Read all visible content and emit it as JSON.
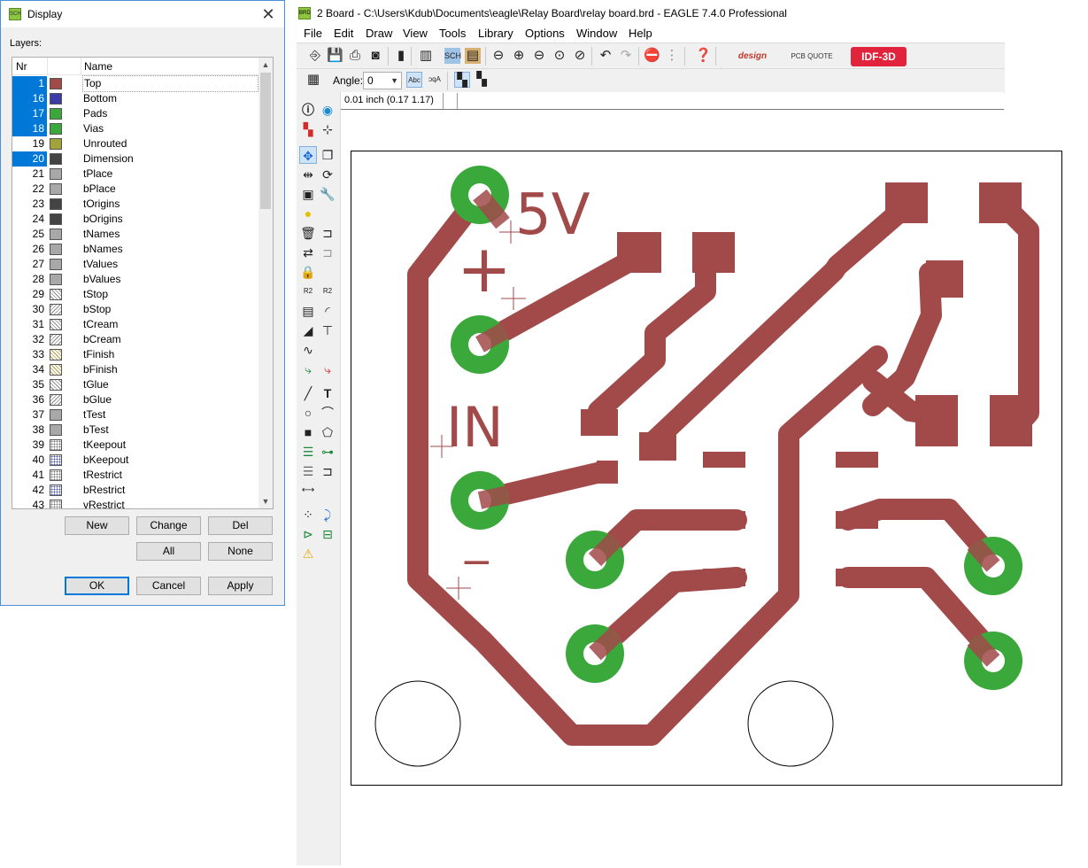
{
  "dialog": {
    "title": "Display",
    "layers_label": "Layers:",
    "columns": {
      "nr": "Nr",
      "name": "Name"
    },
    "layers": [
      {
        "nr": "1",
        "name": "Top",
        "swatch": "#a24a4a",
        "selected": true,
        "focus": true
      },
      {
        "nr": "16",
        "name": "Bottom",
        "swatch": "#3a3aa8",
        "selected": true
      },
      {
        "nr": "17",
        "name": "Pads",
        "swatch": "#3aa83a",
        "selected": true
      },
      {
        "nr": "18",
        "name": "Vias",
        "swatch": "#3aa83a",
        "selected": true
      },
      {
        "nr": "19",
        "name": "Unrouted",
        "swatch": "#a3a33c",
        "selected": false
      },
      {
        "nr": "20",
        "name": "Dimension",
        "swatch": "#444444",
        "selected": true
      },
      {
        "nr": "21",
        "name": "tPlace",
        "swatch": "#a8a8a8",
        "selected": false
      },
      {
        "nr": "22",
        "name": "bPlace",
        "swatch": "#a8a8a8",
        "selected": false
      },
      {
        "nr": "23",
        "name": "tOrigins",
        "swatch": "#444444",
        "selected": false
      },
      {
        "nr": "24",
        "name": "bOrigins",
        "swatch": "#444444",
        "selected": false
      },
      {
        "nr": "25",
        "name": "tNames",
        "swatch": "#a8a8a8",
        "selected": false
      },
      {
        "nr": "26",
        "name": "bNames",
        "swatch": "#a8a8a8",
        "selected": false
      },
      {
        "nr": "27",
        "name": "tValues",
        "swatch": "#a8a8a8",
        "selected": false
      },
      {
        "nr": "28",
        "name": "bValues",
        "swatch": "#a8a8a8",
        "selected": false
      },
      {
        "nr": "29",
        "name": "tStop",
        "pattern": "hatch-a",
        "selected": false
      },
      {
        "nr": "30",
        "name": "bStop",
        "pattern": "hatch-b",
        "selected": false
      },
      {
        "nr": "31",
        "name": "tCream",
        "pattern": "hatch-a",
        "selected": false
      },
      {
        "nr": "32",
        "name": "bCream",
        "pattern": "hatch-b",
        "selected": false
      },
      {
        "nr": "33",
        "name": "tFinish",
        "pattern": "hatch-c",
        "selected": false
      },
      {
        "nr": "34",
        "name": "bFinish",
        "pattern": "hatch-c",
        "selected": false
      },
      {
        "nr": "35",
        "name": "tGlue",
        "pattern": "hatch-a",
        "selected": false
      },
      {
        "nr": "36",
        "name": "bGlue",
        "pattern": "hatch-b",
        "selected": false
      },
      {
        "nr": "37",
        "name": "tTest",
        "swatch": "#a8a8a8",
        "selected": false
      },
      {
        "nr": "38",
        "name": "bTest",
        "swatch": "#a8a8a8",
        "selected": false
      },
      {
        "nr": "39",
        "name": "tKeepout",
        "pattern": "dots-r",
        "selected": false
      },
      {
        "nr": "40",
        "name": "bKeepout",
        "pattern": "dots-b",
        "selected": false
      },
      {
        "nr": "41",
        "name": "tRestrict",
        "pattern": "dots-r",
        "selected": false
      },
      {
        "nr": "42",
        "name": "bRestrict",
        "pattern": "dots-b",
        "selected": false
      },
      {
        "nr": "43",
        "name": "vRestrict",
        "pattern": "dots-r",
        "selected": false
      }
    ],
    "buttons": {
      "new": "New",
      "change": "Change",
      "del": "Del",
      "all": "All",
      "none": "None",
      "ok": "OK",
      "cancel": "Cancel",
      "apply": "Apply"
    }
  },
  "window": {
    "title": "2 Board - C:\\Users\\Kdub\\Documents\\eagle\\Relay Board\\relay board.brd - EAGLE 7.4.0 Professional",
    "menu": [
      "File",
      "Edit",
      "Draw",
      "View",
      "Tools",
      "Library",
      "Options",
      "Window",
      "Help"
    ],
    "angle_label": "Angle:",
    "angle_value": "0",
    "coordinate": "0.01 inch (0.17 1.17)",
    "brand_designlink": "design link",
    "brand_pcbquote": "PCB QUOTE",
    "brand_idf": "IDF-3D"
  },
  "board": {
    "silk_5v": "5V",
    "silk_plus": "+",
    "silk_in": "IN",
    "silk_minus": "−",
    "colors": {
      "copper": "#a24a4a",
      "pad": "#3aa83a",
      "outline": "#000000"
    }
  }
}
